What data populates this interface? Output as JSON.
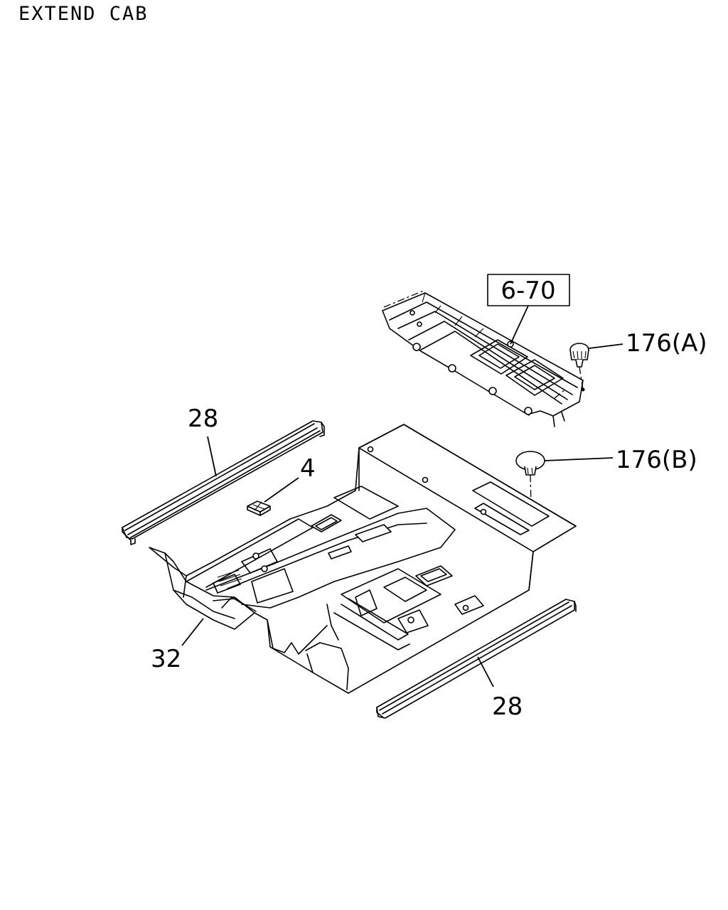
{
  "page": {
    "title": "EXTEND CAB"
  },
  "callouts": {
    "ref_box": "6-70",
    "clip_a": "176(A)",
    "clip_b": "176(B)",
    "rail_left": "28",
    "rail_right": "28",
    "bracket": "4",
    "floor_panel": "32"
  }
}
